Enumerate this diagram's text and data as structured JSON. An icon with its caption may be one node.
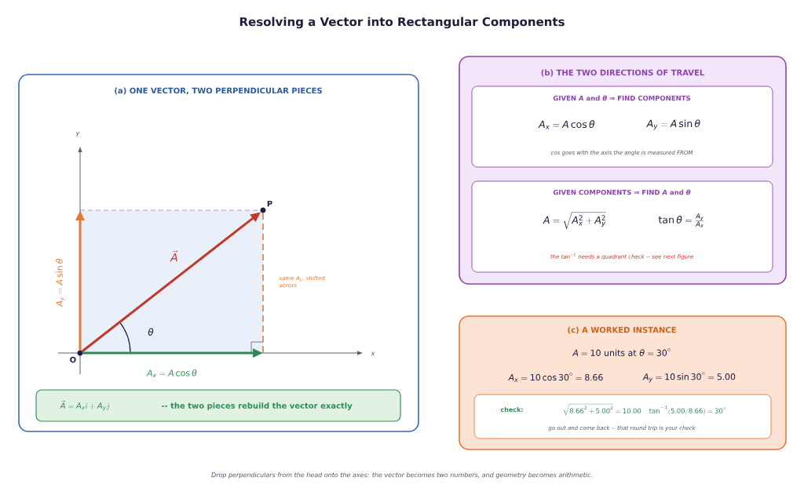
{
  "diagram": {
    "title": "Resolving a Vector into Rectangular Components",
    "caption": "Drop perpendiculars from the head onto the axes: the vector becomes two numbers, and geometry becomes arithmetic.",
    "nodes": [
      {
        "text": [
          "(a)  ONE VECTOR, TWO PERPENDICULAR PIECES"
        ]
      },
      {
        "text": [
          "O"
        ],
        "in": 0
      },
      {
        "text": [
          "P"
        ],
        "in": 0
      },
      {
        "text": [
          "\\vec{A} = A_x\\hat{\\imath} + A_y\\hat{\\jmath}",
          "-- the two pieces rebuild the vector exactly"
        ],
        "in": 0
      },
      {
        "text": [
          "(b)  THE TWO DIRECTIONS OF TRAVEL"
        ]
      },
      {
        "text": [
          "GIVEN *A*  and  *θ*   ⇒   FIND COMPONENTS",
          "A_x = A\\cos\\theta",
          "A_y = A\\sin\\theta",
          "cos goes with the axis the angle is measured FROM"
        ],
        "in": 4
      },
      {
        "text": [
          "GIVEN COMPONENTS   ⇒   FIND  *A*  and  *θ*",
          "A = \\sqrt{A_x^2 + A_y^2}",
          "\\tan\\theta = \\frac{A_y}{A_x}",
          "the tan$^{−1}$ needs a quadrant check -- see next figure"
        ],
        "in": 4
      },
      {
        "text": [
          "(c)  A WORKED INSTANCE",
          "A = 10\\ \\mathrm{units\\ at}\\ \\theta = 30^{\\circ}",
          "A_x = 10\\cos 30^{\\circ} = 8.66",
          "A_y = 10\\sin 30^{\\circ} = 5.00"
        ]
      },
      {
        "text": [
          "check:",
          "\\sqrt{8.66^2 + 5.00^2} = 10.00 \\quad \\tan^{-1}(5.00/8.66) = 30^{\\circ}",
          "go out and come back -- that round trip is your check"
        ],
        "in": 7
      }
    ],
    "edges": [
      {
        "from": 1,
        "to": 2,
        "arrow": "to",
        "label": "\\vec{A}",
        "color": "#c0392b"
      },
      {
        "from": 1,
        "to": null,
        "arrow": "to",
        "label": "A_x = A\\cos\\theta",
        "color": "#2e8b57"
      },
      {
        "from": 1,
        "to": null,
        "arrow": "to",
        "label": "A_y = A\\sin\\theta",
        "color": "#e07b39"
      }
    ],
    "labels": [
      "y",
      "x",
      "θ",
      "same *A*$_{y}$, shifted across"
    ]
  }
}
